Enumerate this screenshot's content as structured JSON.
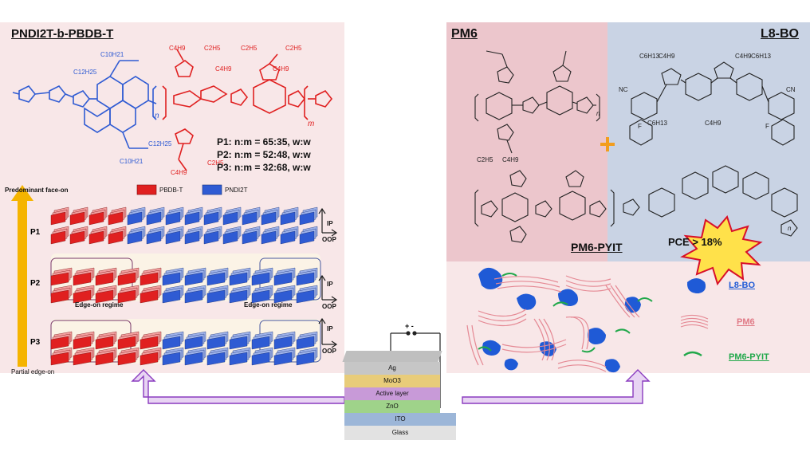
{
  "left_panel": {
    "title": "PNDI2T-b-PBDB-T",
    "ratios": [
      "P1: n:m = 65:35, w:w",
      "P2: n:m = 52:48, w:w",
      "P3: n:m = 32:68, w:w"
    ],
    "legend": {
      "pbdbt": "PBDB-T",
      "pndi2t": "PNDI2T"
    },
    "arrow_top": "Predominant face-on",
    "arrow_bottom": "Partial edge-on",
    "rows": [
      "P1",
      "P2",
      "P3"
    ],
    "edge_on_left": "Edge-on regime",
    "edge_on_right": "Edge-on regime",
    "axis_ip": "IP",
    "axis_oop": "OOP",
    "chem_labels": {
      "c10": "C10H21",
      "c12": "C12H25",
      "c4": "C4H9",
      "c2": "C2H5",
      "n": "n",
      "m": "m"
    },
    "colors": {
      "pbdbt": "#e02020",
      "pndi2t": "#2f5bd3",
      "arrow": "#f5b400"
    }
  },
  "right_panel": {
    "pm6_title": "PM6",
    "l8bo_title": "L8-BO",
    "pm6pyit_title": "PM6-PYIT",
    "pce": "PCE > 18%",
    "plus": "+",
    "chem_labels": {
      "c6": "C6H13",
      "c4": "C4H9",
      "c2": "C2H5",
      "cn": "NC",
      "cn2": "CN",
      "f": "F",
      "n": "n"
    },
    "legend": {
      "l8bo": "L8-BO",
      "pm6": "PM6",
      "pm6pyit": "PM6-PYIT"
    },
    "colors": {
      "l8bo": "#1f5ad6",
      "pm6": "#e07a86",
      "pm6pyit": "#21a84a",
      "pce_fill": "#ffe14a",
      "pce_border": "#d8102a"
    }
  },
  "device": {
    "layers": [
      "Ag",
      "MoO3",
      "Active layer",
      "ZnO",
      "ITO",
      "Glass"
    ],
    "terminals": "+ -"
  }
}
